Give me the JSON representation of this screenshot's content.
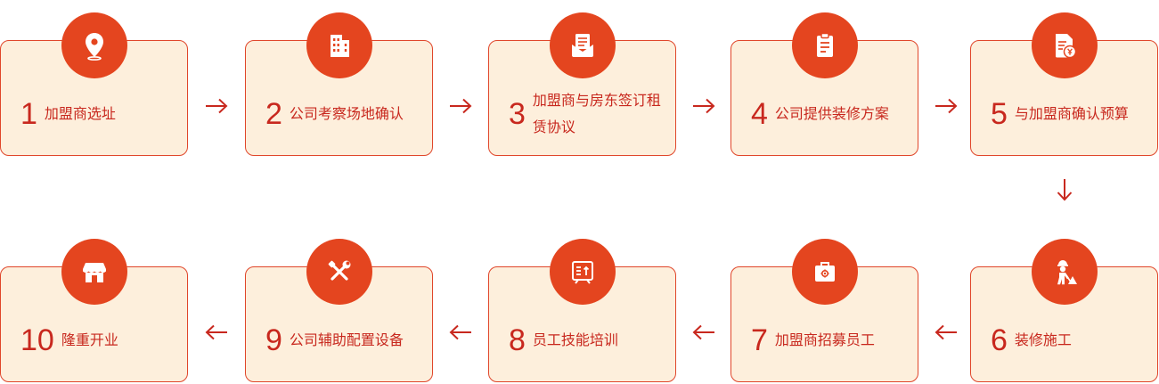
{
  "steps": [
    {
      "num": "1",
      "label": "加盟商选址",
      "icon": "location-pin-icon"
    },
    {
      "num": "2",
      "label": "公司考察场地确认",
      "icon": "building-icon"
    },
    {
      "num": "3",
      "label": "加盟商与房东签订租赁协议",
      "icon": "envelope-document-icon"
    },
    {
      "num": "4",
      "label": "公司提供装修方案",
      "icon": "clipboard-icon"
    },
    {
      "num": "5",
      "label": "与加盟商确认预算",
      "icon": "budget-document-yen-icon"
    },
    {
      "num": "6",
      "label": "装修施工",
      "icon": "construction-worker-icon"
    },
    {
      "num": "7",
      "label": "加盟商招募员工",
      "icon": "briefcase-icon"
    },
    {
      "num": "8",
      "label": "员工技能培训",
      "icon": "training-screen-icon"
    },
    {
      "num": "9",
      "label": "公司辅助配置设备",
      "icon": "tools-icon"
    },
    {
      "num": "10",
      "label": "隆重开业",
      "icon": "storefront-icon"
    }
  ],
  "colors": {
    "accent": "#e4451f",
    "text": "#c8281e",
    "box_fill": "#fdefdc",
    "box_border": "#e0462a"
  }
}
